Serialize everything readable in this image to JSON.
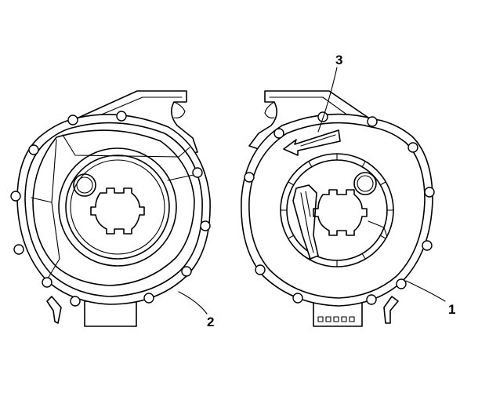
{
  "callouts": {
    "item1": "1",
    "item2": "2",
    "item3": "3"
  },
  "colors": {
    "stroke": "#000000",
    "background": "#ffffff"
  }
}
